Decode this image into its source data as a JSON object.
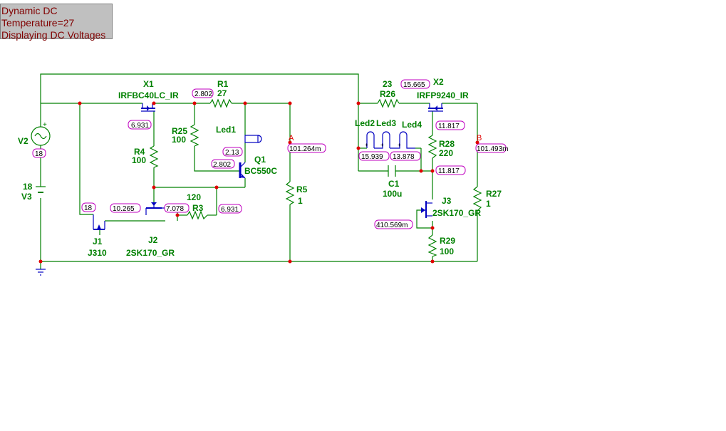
{
  "status": {
    "line1": "Dynamic DC",
    "line2": "Temperature=27",
    "line3": "Displaying DC Voltages"
  },
  "colors": {
    "wire": "#008000",
    "device": "#0000c0",
    "node": "#e00000",
    "value_box": "#c000c0",
    "status_text": "#800000"
  },
  "components": {
    "x1": {
      "ref": "X1",
      "part": "IRFBC40LC_IR"
    },
    "r1": {
      "ref": "R1",
      "value": "27"
    },
    "v2": {
      "ref": "V2"
    },
    "v3": {
      "value": "18",
      "ref": "V3"
    },
    "r25": {
      "ref": "R25",
      "value": "100"
    },
    "led1": {
      "ref": "Led1"
    },
    "r4": {
      "ref": "R4",
      "value": "100"
    },
    "q1": {
      "ref": "Q1",
      "part": "BC550C"
    },
    "r3": {
      "value": "120",
      "ref": "R3"
    },
    "r5": {
      "ref": "R5",
      "value": "1"
    },
    "j1": {
      "ref": "J1",
      "part": "J310"
    },
    "j2": {
      "ref": "J2",
      "part": "2SK170_GR"
    },
    "r26": {
      "value": "23",
      "ref": "R26"
    },
    "x2": {
      "ref": "X2",
      "part": "IRFP9240_IR"
    },
    "led2": {
      "ref": "Led2"
    },
    "led3": {
      "ref": "Led3"
    },
    "led4": {
      "ref": "Led4"
    },
    "r28": {
      "ref": "R28",
      "value": "220"
    },
    "c1": {
      "ref": "C1",
      "value": "100u"
    },
    "j3": {
      "ref": "J3",
      "part": "2SK170_GR"
    },
    "r27": {
      "ref": "R27",
      "value": "1"
    },
    "r29": {
      "ref": "R29",
      "value": "100"
    }
  },
  "nodes": {
    "a": "A",
    "b": "B"
  },
  "voltages": {
    "v_2802_top": "2.802",
    "v_6931_left": "6.931",
    "v_18_source": "18",
    "v_213": "2.13",
    "v_2802_q1": "2.802",
    "v_101264m": "101.264m",
    "v_18_j1": "18",
    "v_10265": "10.265",
    "v_7078": "7.078",
    "v_6931_r3": "6.931",
    "v_15665": "15.665",
    "v_15939": "15.939",
    "v_13878": "13.878",
    "v_11817_top": "11.817",
    "v_11817_bot": "11.817",
    "v_101493m": "101.493m",
    "v_410569m": "410.569m"
  }
}
